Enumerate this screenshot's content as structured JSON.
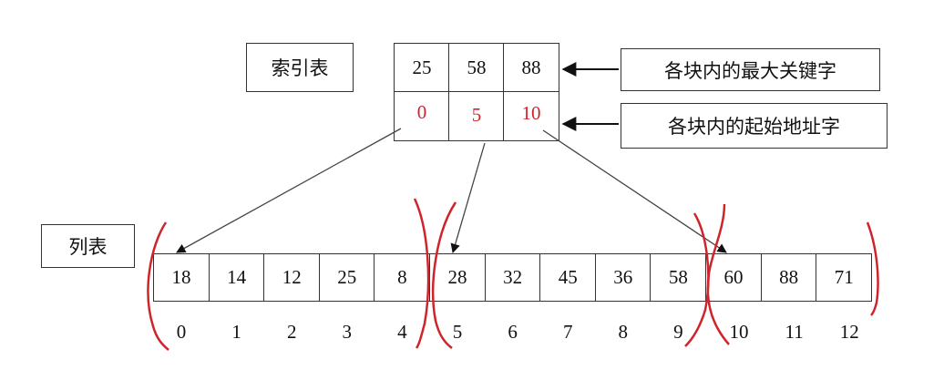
{
  "index_table_label": "索引表",
  "list_label": "列表",
  "max_keys_label": "各块内的最大关键字",
  "start_addr_label": "各块内的起始地址字",
  "index_max_keys": [
    "25",
    "58",
    "88"
  ],
  "index_start_addrs": [
    "0",
    "5",
    "10"
  ],
  "list_values": [
    "18",
    "14",
    "12",
    "25",
    "8",
    "28",
    "32",
    "45",
    "36",
    "58",
    "60",
    "88",
    "71"
  ],
  "list_indices": [
    "0",
    "1",
    "2",
    "3",
    "4",
    "5",
    "6",
    "7",
    "8",
    "9",
    "10",
    "11",
    "12"
  ],
  "colors": {
    "annotation_red": "#d0242b",
    "border": "#333333",
    "arrow": "#444444"
  }
}
